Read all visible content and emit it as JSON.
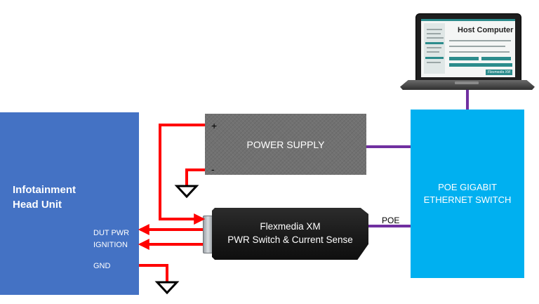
{
  "head_unit": {
    "title_line1": "Infotainment",
    "title_line2": "Head Unit",
    "ports": [
      "DUT PWR",
      "IGNITION",
      "GND"
    ]
  },
  "power_supply": {
    "label": "POWER SUPPLY",
    "plus": "+",
    "minus": "-"
  },
  "flexmedia": {
    "line1": "Flexmedia XM",
    "line2": "PWR Switch & Current Sense"
  },
  "ethernet_switch": {
    "line1": "POE GIGABIT",
    "line2": "ETHERNET SWITCH"
  },
  "poe_label": "POE",
  "host_computer": {
    "title": "Host Computer",
    "brand": "Flexmedia XM"
  },
  "colors": {
    "head_unit": "#4472c4",
    "power_wire": "#ff0000",
    "network_wire": "#7030a0",
    "ethernet_switch": "#00b0f0",
    "power_supply": "#717171"
  }
}
